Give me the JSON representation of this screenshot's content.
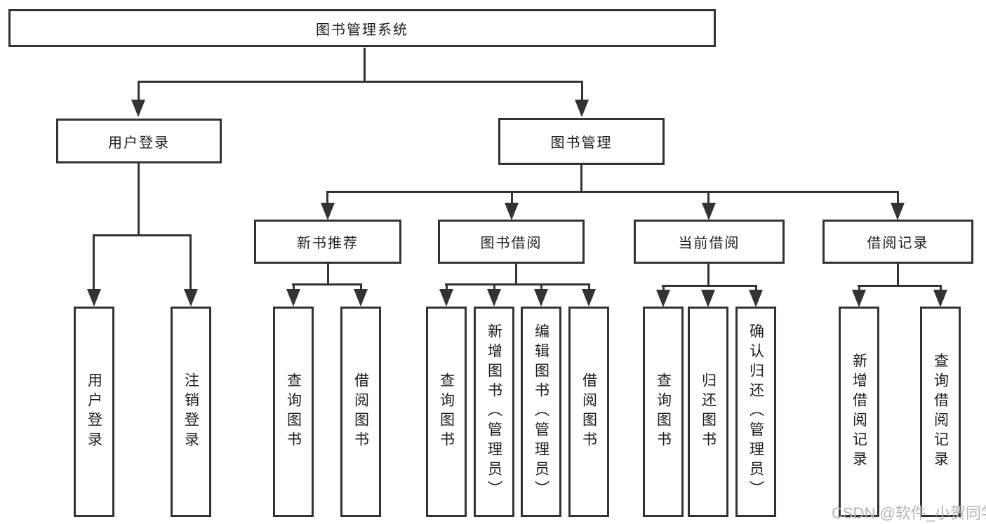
{
  "tree": {
    "label": "图书管理系统",
    "children": [
      {
        "label": "用户登录",
        "children": [
          {
            "label": "用户登录"
          },
          {
            "label": "注销登录"
          }
        ]
      },
      {
        "label": "图书管理",
        "children": [
          {
            "label": "新书推荐",
            "children": [
              {
                "label": "查询图书"
              },
              {
                "label": "借阅图书"
              }
            ]
          },
          {
            "label": "图书借阅",
            "children": [
              {
                "label": "查询图书"
              },
              {
                "label": "新增图书（管理员）"
              },
              {
                "label": "编辑图书（管理员）"
              },
              {
                "label": "借阅图书"
              }
            ]
          },
          {
            "label": "当前借阅",
            "children": [
              {
                "label": "查询图书"
              },
              {
                "label": "归还图书"
              },
              {
                "label": "确认归还（管理员）"
              }
            ]
          },
          {
            "label": "借阅记录",
            "children": [
              {
                "label": "新增借阅记录"
              },
              {
                "label": "查询借阅记录"
              }
            ]
          }
        ]
      }
    ]
  },
  "watermark": {
    "text": "CSDN @软件_小贺同学"
  },
  "colors": {
    "line": "#333333",
    "text": "#1d1d1d",
    "watermark": "#b4b4b4",
    "background": "#ffffff"
  }
}
